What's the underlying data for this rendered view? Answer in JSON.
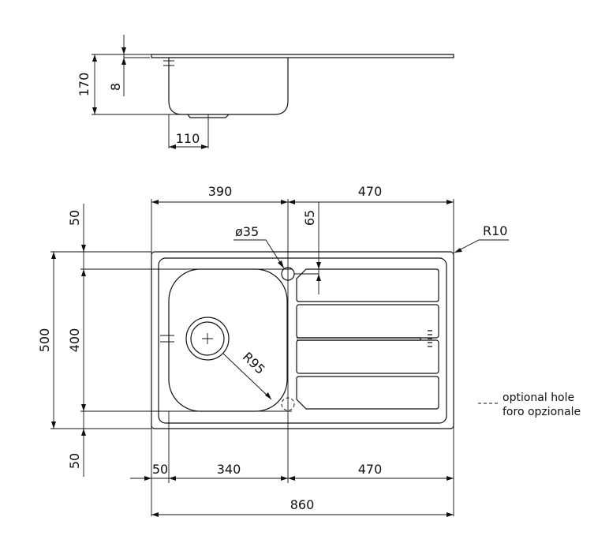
{
  "side_view": {
    "dim_height": "170",
    "dim_rim": "8",
    "dim_drain_offset": "110"
  },
  "top_view": {
    "dim_bowl_width_top": "390",
    "dim_drainer_width_top": "470",
    "dim_hole_offset": "65",
    "dim_hole_diameter": "ø35",
    "dim_corner_radius": "R10",
    "dim_bowl_radius": "R95",
    "dim_total_depth": "500",
    "dim_bowl_depth": "400",
    "dim_margin_top": "50",
    "dim_margin_bottom": "50",
    "dim_margin_left": "50",
    "dim_bowl_width_bottom": "340",
    "dim_drainer_width_bottom": "470",
    "dim_total_width": "860"
  },
  "legend": {
    "line_en": "optional hole",
    "line_it": "foro opzionale"
  }
}
